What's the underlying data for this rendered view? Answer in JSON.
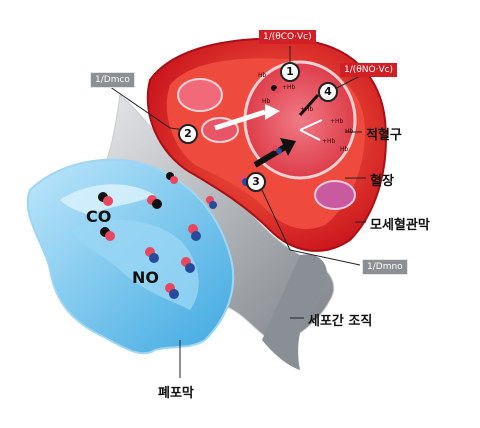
{
  "labels": {
    "rbc": "적혈구",
    "plasma": "혈장",
    "capillary_membrane": "모세혈관막",
    "interstitial": "세포간 조직",
    "alveolar_membrane": "폐포막",
    "co": "CO",
    "no": "NO"
  },
  "tags": {
    "theta_co": "1/(θCO·Vc)",
    "theta_no": "1/(θNO·Vc)",
    "dm_co": "1/Dmco",
    "dm_no": "1/Dmno"
  },
  "steps": [
    "1",
    "2",
    "3",
    "4"
  ],
  "hb_labels": [
    "Hb",
    "Hb",
    "Hb",
    "Hb",
    "+Hb",
    "+Hb",
    "+Hb",
    "+Hb"
  ],
  "colors": {
    "red": "#d11f26",
    "alveolus_blue": "#6cc3ee",
    "interstitial_gray": "#9aa0a6",
    "plasma": "#e8463c"
  }
}
